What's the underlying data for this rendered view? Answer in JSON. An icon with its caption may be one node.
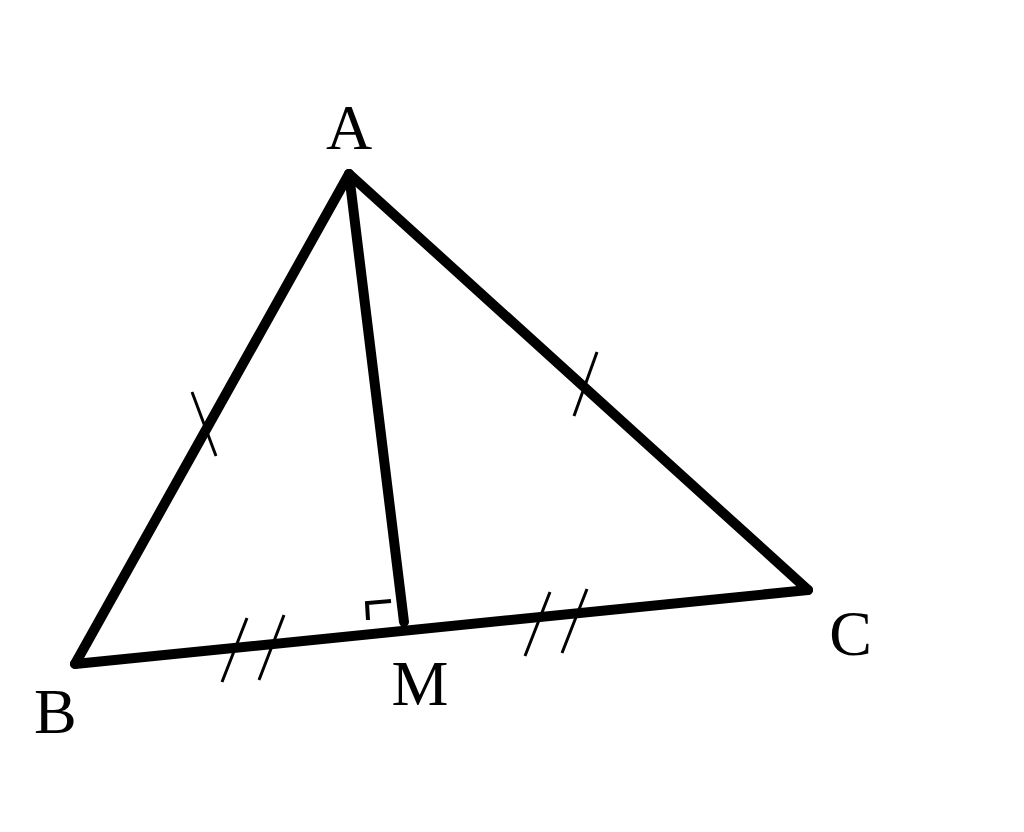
{
  "diagram": {
    "nodes": [
      {
        "text": [
          "A"
        ]
      },
      {
        "text": [
          "B"
        ]
      },
      {
        "text": [
          "C"
        ]
      },
      {
        "text": [
          "M"
        ]
      }
    ],
    "edges": [
      {
        "from": 0,
        "to": 1,
        "arrow": "none"
      },
      {
        "from": 0,
        "to": 2,
        "arrow": "none"
      },
      {
        "from": 1,
        "to": 2,
        "arrow": "none"
      },
      {
        "from": 0,
        "to": 3,
        "arrow": "none"
      }
    ]
  }
}
